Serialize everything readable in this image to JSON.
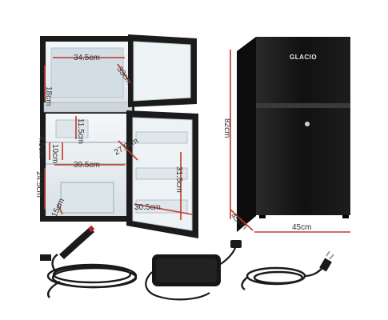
{
  "brand": {
    "logo_text": "GLACIO"
  },
  "dimensions": {
    "interior_top_width": "34.5cm",
    "interior_top_height": "18cm",
    "door_top_depth": "33cm",
    "interior_mid_height": "11.5cm",
    "interior_small_height": "4.5cm",
    "interior_small_height2": "10cm",
    "door_lower_depth": "27.5cm",
    "interior_bottom_width": "39.5cm",
    "interior_bottom_height": "24.5cm",
    "door_lower_height": "31.5cm",
    "crisper_height": "15cm",
    "door_bottom_width": "30.5cm",
    "outer_height": "82cm",
    "outer_depth": "45cm",
    "outer_width": "45cm"
  },
  "colors": {
    "fridge_body": "#141414",
    "interior": "#e9eff2",
    "dimension_line": "#c0392b",
    "cable": "#1a1a1a"
  },
  "accessories": [
    "car-adapter-cable",
    "ac-power-adapter",
    "mains-power-cord"
  ]
}
